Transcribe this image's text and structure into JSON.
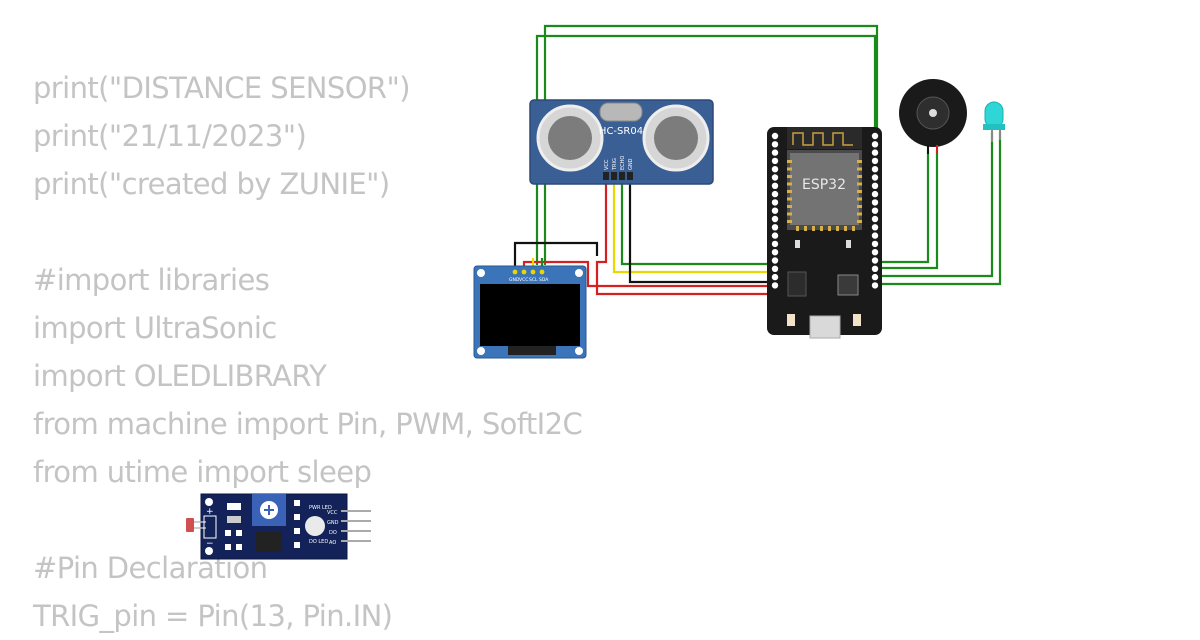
{
  "code": {
    "lines": [
      "print(\"DISTANCE SENSOR\")",
      "print(\"21/11/2023\")",
      "print(\"created by ZUNIE\")",
      "#import libraries",
      "import UltraSonic",
      "import OLEDLIBRARY",
      "from machine import Pin, PWM, SoftI2C",
      "from utime import sleep",
      "#Pin Declaration",
      "TRIG_pin = Pin(13, Pin.IN)"
    ]
  },
  "components": {
    "ultrasonic": {
      "label": "HC-SR04",
      "pins": [
        "VCC",
        "TRIG",
        "ECHO",
        "GND"
      ]
    },
    "esp32": {
      "label": "ESP32"
    },
    "oled": {
      "pins": [
        "GND",
        "VCC",
        "SCL",
        "SDA"
      ]
    },
    "ldr_module": {
      "pins": [
        "VCC",
        "GND",
        "DO",
        "AO"
      ],
      "leds": [
        "PWR LED",
        "DO LED"
      ],
      "power": [
        "+",
        "−"
      ]
    }
  },
  "colors": {
    "wire_green": "#1a8a1a",
    "wire_red": "#d42020",
    "wire_yellow": "#e8d800",
    "wire_black": "#111111",
    "board_blue": "#3a5f95",
    "code_gray": "#c4c4c4"
  }
}
